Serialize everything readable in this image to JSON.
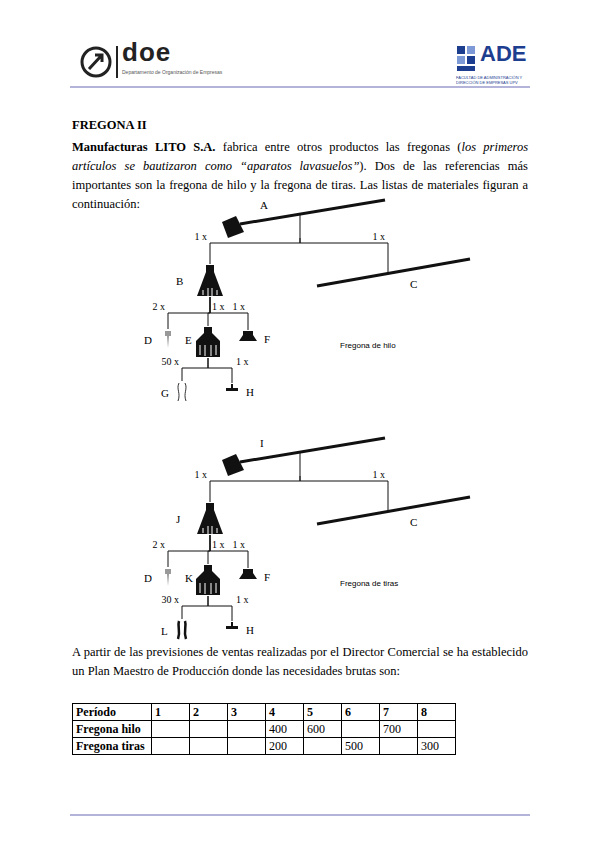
{
  "diagram": {
    "title": "FREGONA II",
    "nodes": [
      {
        "text": [
          "A"
        ]
      },
      {
        "text": [
          "B"
        ]
      },
      {
        "text": [
          "C"
        ]
      },
      {
        "text": [
          "D"
        ]
      },
      {
        "text": [
          "E"
        ]
      },
      {
        "text": [
          "F"
        ]
      },
      {
        "text": [
          "G"
        ]
      },
      {
        "text": [
          "H"
        ]
      },
      {
        "text": [
          "I"
        ]
      },
      {
        "text": [
          "J"
        ]
      },
      {
        "text": [
          "C"
        ]
      },
      {
        "text": [
          "D"
        ]
      },
      {
        "text": [
          "K"
        ]
      },
      {
        "text": [
          "F"
        ]
      },
      {
        "text": [
          "L"
        ]
      },
      {
        "text": [
          "H"
        ]
      }
    ],
    "edges": [
      {
        "from": 0,
        "to": 1,
        "arrow": "none",
        "label": "1 x"
      },
      {
        "from": 0,
        "to": 2,
        "arrow": "none",
        "label": "1 x"
      },
      {
        "from": 1,
        "to": 3,
        "arrow": "none",
        "label": "2 x"
      },
      {
        "from": 1,
        "to": 4,
        "arrow": "none",
        "label": "1 x"
      },
      {
        "from": 1,
        "to": 5,
        "arrow": "none",
        "label": "1 x"
      },
      {
        "from": 4,
        "to": 6,
        "arrow": "none",
        "label": "50 x"
      },
      {
        "from": 4,
        "to": 7,
        "arrow": "none",
        "label": "1 x"
      },
      {
        "from": 8,
        "to": 9,
        "arrow": "none",
        "label": "1 x"
      },
      {
        "from": 8,
        "to": 10,
        "arrow": "none",
        "label": "1 x"
      },
      {
        "from": 9,
        "to": 11,
        "arrow": "none",
        "label": "2 x"
      },
      {
        "from": 9,
        "to": 12,
        "arrow": "none",
        "label": "1 x"
      },
      {
        "from": 9,
        "to": 13,
        "arrow": "none",
        "label": "1 x"
      },
      {
        "from": 12,
        "to": 14,
        "arrow": "none",
        "label": "30 x"
      },
      {
        "from": 12,
        "to": 15,
        "arrow": "none",
        "label": "1 x"
      }
    ],
    "labels": [
      "doe",
      "Departamento de Organización de Empresas",
      "ADE",
      "FACULTAD DE ADMINISTRACIÓN Y DIRECCIÓN DE EMPRESAS UPV",
      "Manufacturas LITO S.A.",
      "fabrica entre otros productos las fregonas (",
      "los primeros artículos se bautizaron como “aparatos lavasuelos”",
      "). Dos de las referencias más importantes son la fregona de hilo y la fregona de tiras. Las listas de materiales figuran a continuación:",
      "Fregona de hilo",
      "Fregona de tiras",
      "A partir de las previsiones de ventas realizadas por el Director Comercial se ha establecido un Plan Maestro de Producción donde las necesidades brutas son:",
      "Período",
      "1",
      "2",
      "3",
      "4",
      "5",
      "6",
      "7",
      "8",
      "Fregona hilo",
      "400",
      "600",
      "700",
      "Fregona tiras",
      "200",
      "500",
      "300"
    ]
  }
}
